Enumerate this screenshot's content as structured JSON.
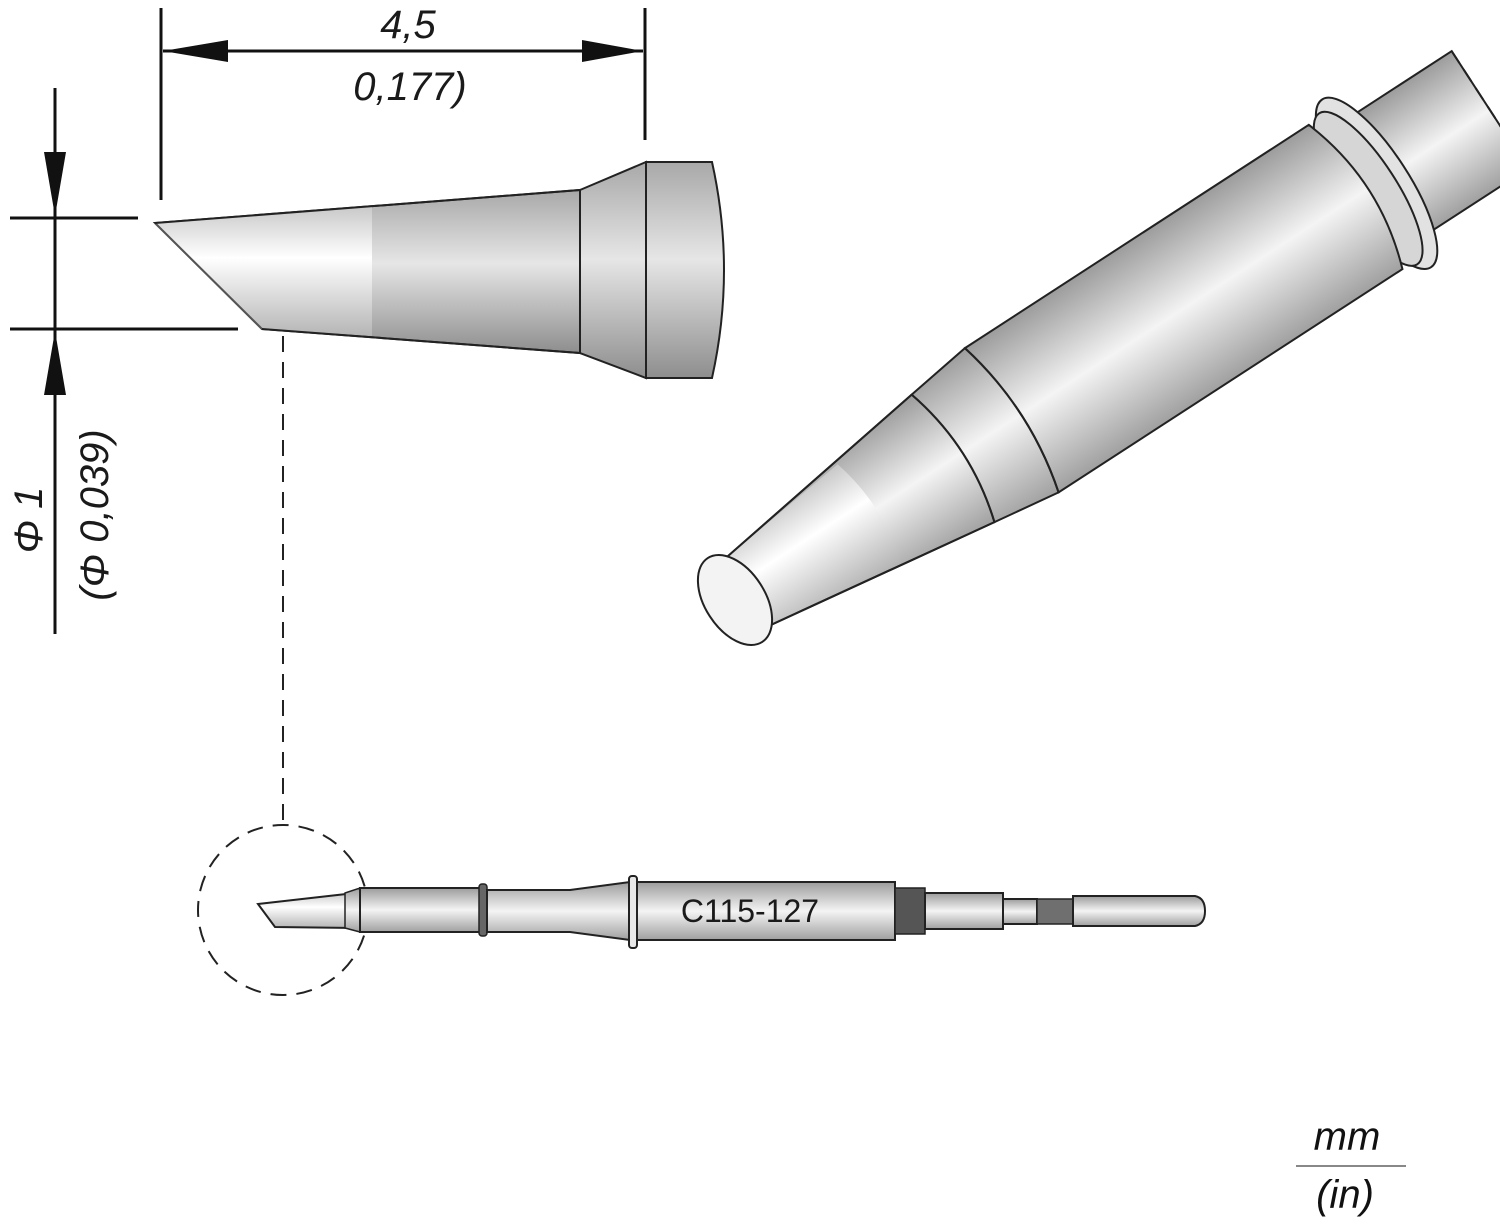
{
  "drawing": {
    "part_number": "C115-127",
    "units": {
      "primary": "mm",
      "secondary": "(in)"
    },
    "dimensions": {
      "length": {
        "mm": "4,5",
        "in": "0,177)"
      },
      "diameter": {
        "mm": "Φ 1",
        "in": "(Φ 0,039)"
      }
    },
    "views": [
      "side-view-detail",
      "perspective-view",
      "full-cartridge-view"
    ],
    "colors": {
      "outline": "#1a1a1a",
      "body_light": "#f2f2f2",
      "body_mid": "#cfcfcf",
      "body_dark": "#9a9a9a",
      "band_dark": "#555555"
    }
  }
}
